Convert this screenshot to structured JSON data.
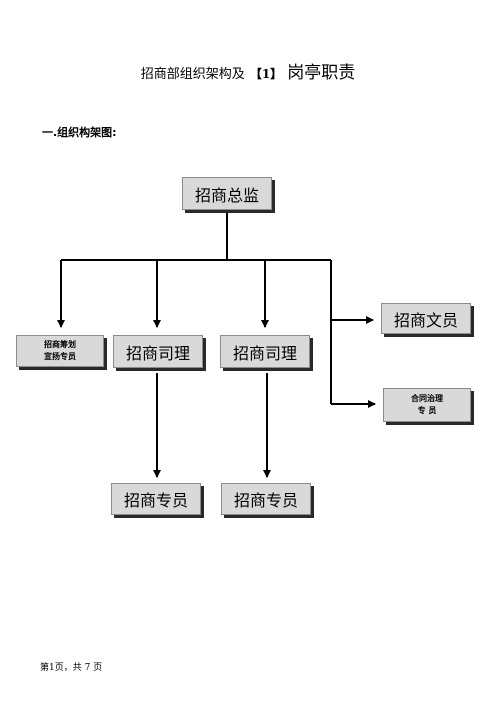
{
  "header": {
    "title_part1": "招商部组织架构及",
    "title_part2": "【1】",
    "title_part3": "岗亭职责"
  },
  "section_heading": "一.组织构架图:",
  "org_chart": {
    "director": "招商总监",
    "planner_line1": "招商筹划",
    "planner_line2": "宣扬专员",
    "manager_1": "招商司理",
    "manager_2": "招商司理",
    "clerk": "招商文员",
    "contract_line1": "合同治理",
    "contract_line2": "专 员",
    "specialist_1": "招商专员",
    "specialist_2": "招商专员"
  },
  "footer": {
    "page_info": "第1页，共 7 页"
  }
}
